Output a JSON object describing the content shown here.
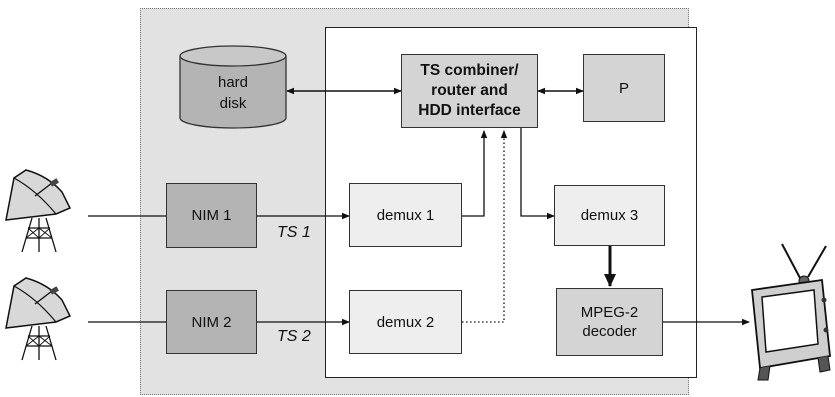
{
  "blocks": {
    "hard_disk": "hard\ndisk",
    "ts_combiner": "TS combiner/\nrouter and\nHDD interface",
    "processor": "P",
    "nim1": "NIM 1",
    "nim2": "NIM 2",
    "demux1": "demux 1",
    "demux2": "demux 2",
    "demux3": "demux 3",
    "mpeg_decoder": "MPEG-2\ndecoder"
  },
  "labels": {
    "ts1": "TS 1",
    "ts2": "TS 2"
  },
  "icons": [
    "satellite-dish-icon",
    "satellite-dish-icon",
    "television-icon"
  ],
  "colors": {
    "enclosure": "#e2e2e2",
    "dark_block": "#b4b4b4",
    "mid_block": "#d4d4d4",
    "light_block": "#eeeeee"
  }
}
